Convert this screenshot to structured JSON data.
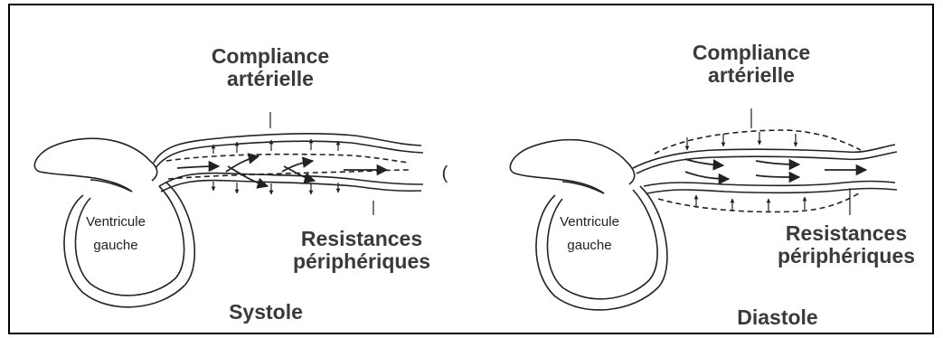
{
  "panels": [
    {
      "phase": "Systole",
      "compliance_line1": "Compliance",
      "compliance_line2": "artérielle",
      "resistance_line1": "Resistances",
      "resistance_line2": "périphériques",
      "ventricle_line1": "Ventricule",
      "ventricle_line2": "gauche"
    },
    {
      "phase": "Diastole",
      "compliance_line1": "Compliance",
      "compliance_line2": "artérielle",
      "resistance_line1": "Resistances",
      "resistance_line2": "périphériques",
      "ventricle_line1": "Ventricule",
      "ventricle_line2": "gauche"
    }
  ],
  "stray_mark": "("
}
